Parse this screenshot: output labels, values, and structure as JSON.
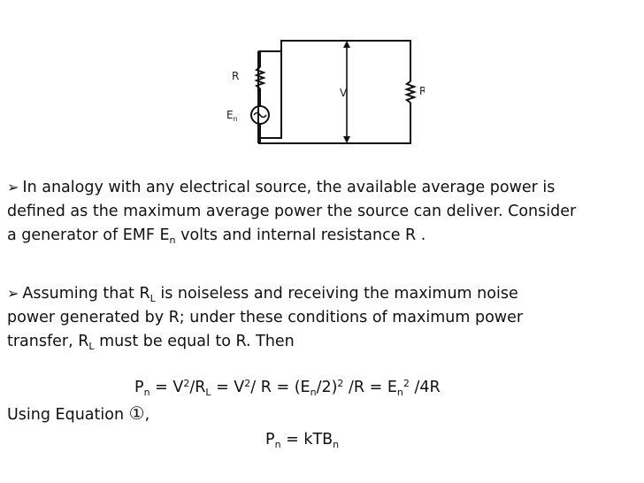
{
  "circuit": {
    "labels": {
      "r": "R",
      "en_base": "E",
      "en_sub": "n",
      "v": "V",
      "rl_base": "R",
      "rl_sub": "L"
    }
  },
  "p1": {
    "text_a": "In analogy with any electrical source, the available average power is",
    "text_b": "defined as the maximum average power the source can deliver. Consider",
    "text_c": "a generator of EMF E",
    "sub_n": "n",
    "text_d": " volts and internal resistance R ."
  },
  "p2": {
    "text_a": "Assuming that R",
    "sub_l": "L",
    "text_b": "  is noiseless and receiving the maximum noise",
    "text_c": "power generated by R; under these conditions of maximum power",
    "text_d": "transfer, R",
    "sub_l2": "L",
    "text_e": "  must be equal to R. Then"
  },
  "eq1": {
    "p": "P",
    "n": "n",
    "eqv": " =   V",
    "two": "2",
    "slashr": "/R",
    "l": "L",
    "mid1": "  =   V",
    "two2": "2",
    "mid2": "/ R  =  (E",
    "n2": "n",
    "mid3": "/2)",
    "two3": "2",
    "mid4": " /R  =  E",
    "n3": "n",
    "two4": "2",
    "end": " /4R"
  },
  "using": {
    "text": "Using  Equation ",
    "symbol": "①",
    "comma": ","
  },
  "eq2": {
    "p": "P",
    "n": "n",
    "mid": "  = kTB",
    "n2": "n"
  }
}
